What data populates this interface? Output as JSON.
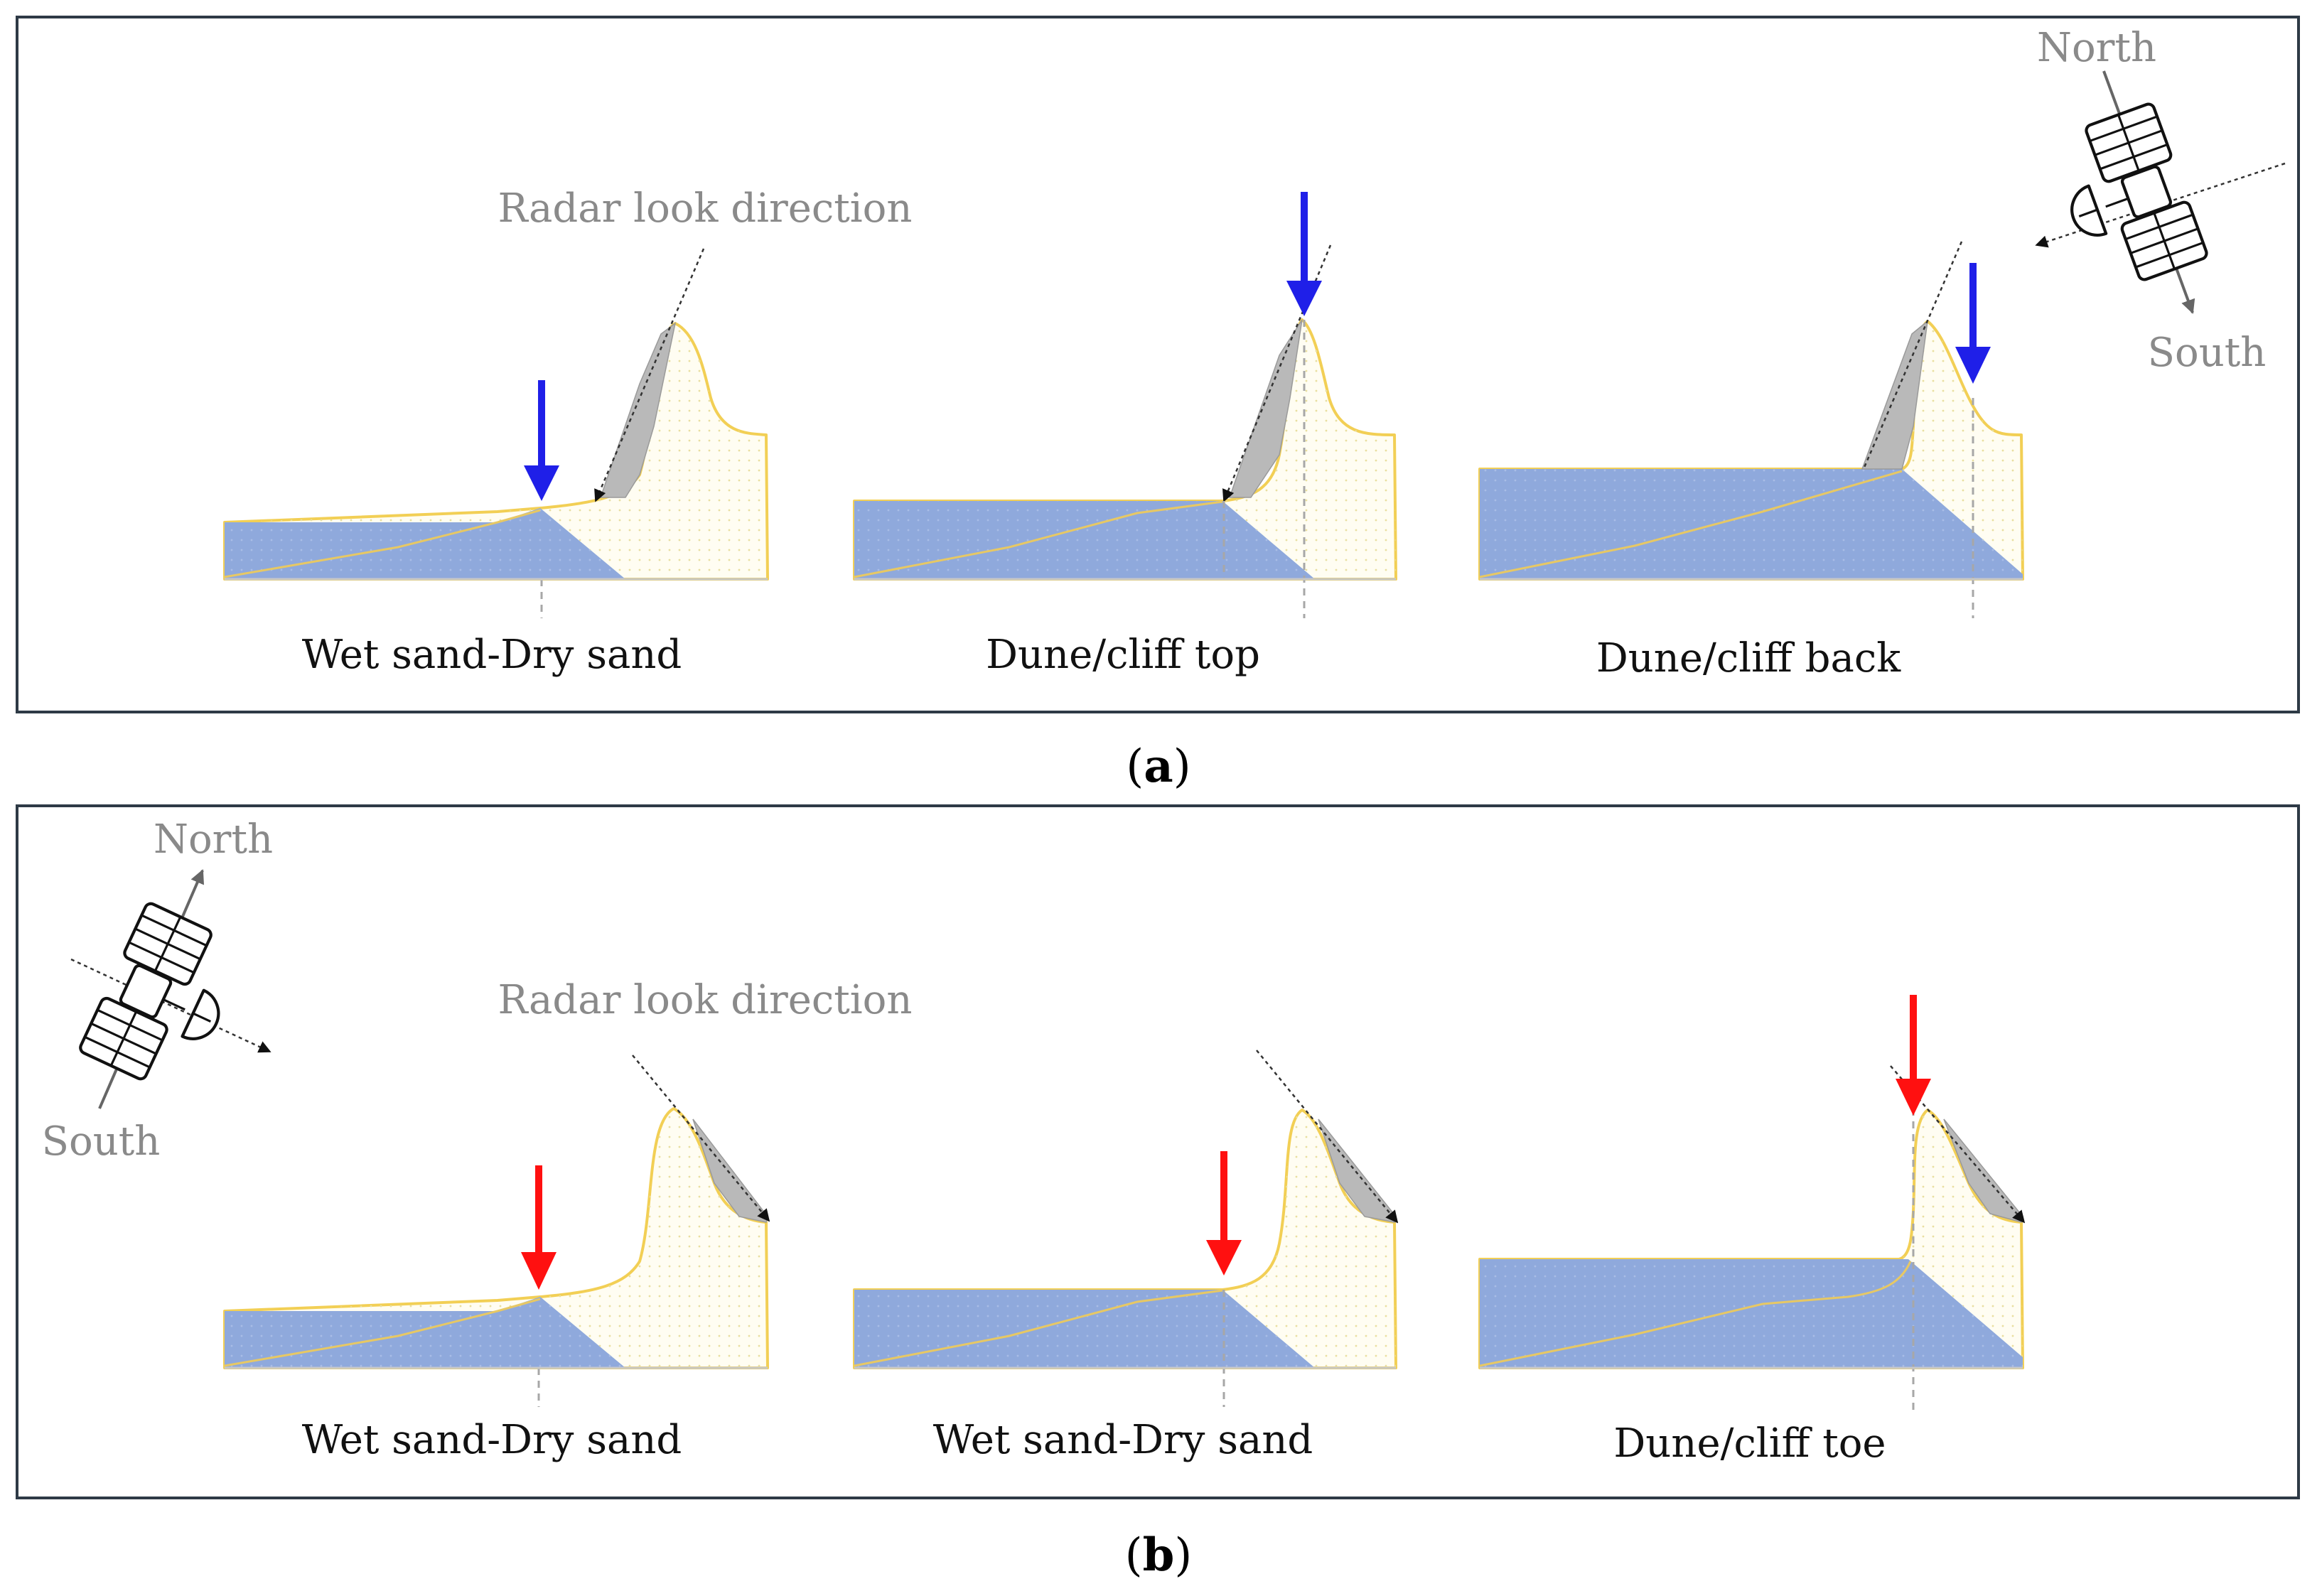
{
  "colors": {
    "water": "#8fa9dc",
    "sand_fill": "#fffdf2",
    "sand_outline": "#f2cf55",
    "shadow": "#b9b9b9",
    "marker_a": "#1f1fe8",
    "marker_b": "#ff1010",
    "annotation_gray": "#8a8a8a",
    "frame": "#2e3a46"
  },
  "panel_a": {
    "caption_open": "(",
    "caption_letter": "a",
    "caption_close": ")",
    "look_direction_label": "Radar look direction",
    "compass_north": "North",
    "compass_south": "South",
    "satellite_icon": "satellite-icon",
    "profiles": [
      {
        "label": "Wet sand-Dry sand"
      },
      {
        "label": "Dune/cliff top"
      },
      {
        "label": "Dune/cliff back"
      }
    ]
  },
  "panel_b": {
    "caption_open": "(",
    "caption_letter": "b",
    "caption_close": ")",
    "look_direction_label": "Radar look direction",
    "compass_north": "North",
    "compass_south": "South",
    "satellite_icon": "satellite-icon",
    "profiles": [
      {
        "label": "Wet sand-Dry sand"
      },
      {
        "label": "Wet sand-Dry sand"
      },
      {
        "label": "Dune/cliff toe"
      }
    ]
  }
}
